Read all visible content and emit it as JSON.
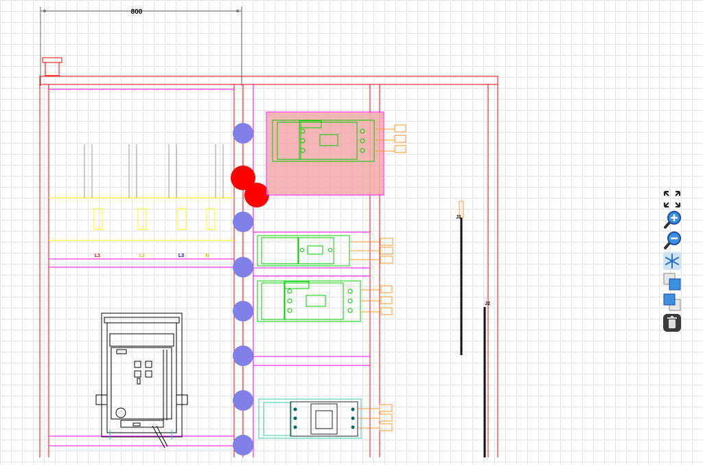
{
  "drawing": {
    "dimension_label": "800",
    "phase_labels": [
      "L1",
      "L2",
      "L3",
      "N"
    ],
    "rail_labels": [
      "J1",
      "J2"
    ]
  },
  "colors": {
    "frame": "#ff0000",
    "panel": "#ff00ff",
    "busbar": "#ffff00",
    "breaker": "#00cc00",
    "cyan_breaker": "#33ccaa",
    "terminal": "#ff9933",
    "circle": "#8080e8",
    "selected_fill": "#f4aaaa"
  },
  "toolbar": {
    "tools": [
      {
        "name": "fit-screen-icon"
      },
      {
        "name": "zoom-in-icon"
      },
      {
        "name": "zoom-out-icon"
      },
      {
        "name": "snowflake-icon"
      },
      {
        "name": "bring-front-icon"
      },
      {
        "name": "send-back-icon"
      },
      {
        "name": "trash-icon"
      }
    ]
  }
}
